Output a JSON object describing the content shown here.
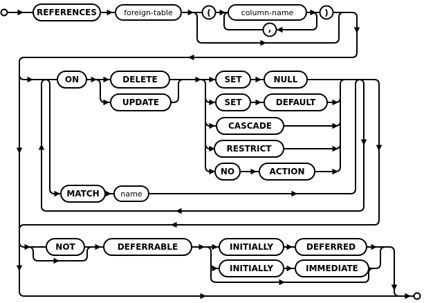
{
  "diagram": {
    "kind": "railroad-syntax-diagram",
    "terminals": {
      "references": "REFERENCES",
      "open_paren": "(",
      "close_paren": ")",
      "comma": ",",
      "on": "ON",
      "delete": "DELETE",
      "update": "UPDATE",
      "set1": "SET",
      "null": "NULL",
      "set2": "SET",
      "default": "DEFAULT",
      "cascade": "CASCADE",
      "restrict": "RESTRICT",
      "no": "NO",
      "action": "ACTION",
      "match": "MATCH",
      "not": "NOT",
      "deferrable": "DEFERRABLE",
      "initially1": "INITIALLY",
      "deferred": "DEFERRED",
      "initially2": "INITIALLY",
      "immediate": "IMMEDIATE"
    },
    "nonterminals": {
      "foreign_table": "foreign-table",
      "column_name": "column-name",
      "name": "name"
    }
  }
}
